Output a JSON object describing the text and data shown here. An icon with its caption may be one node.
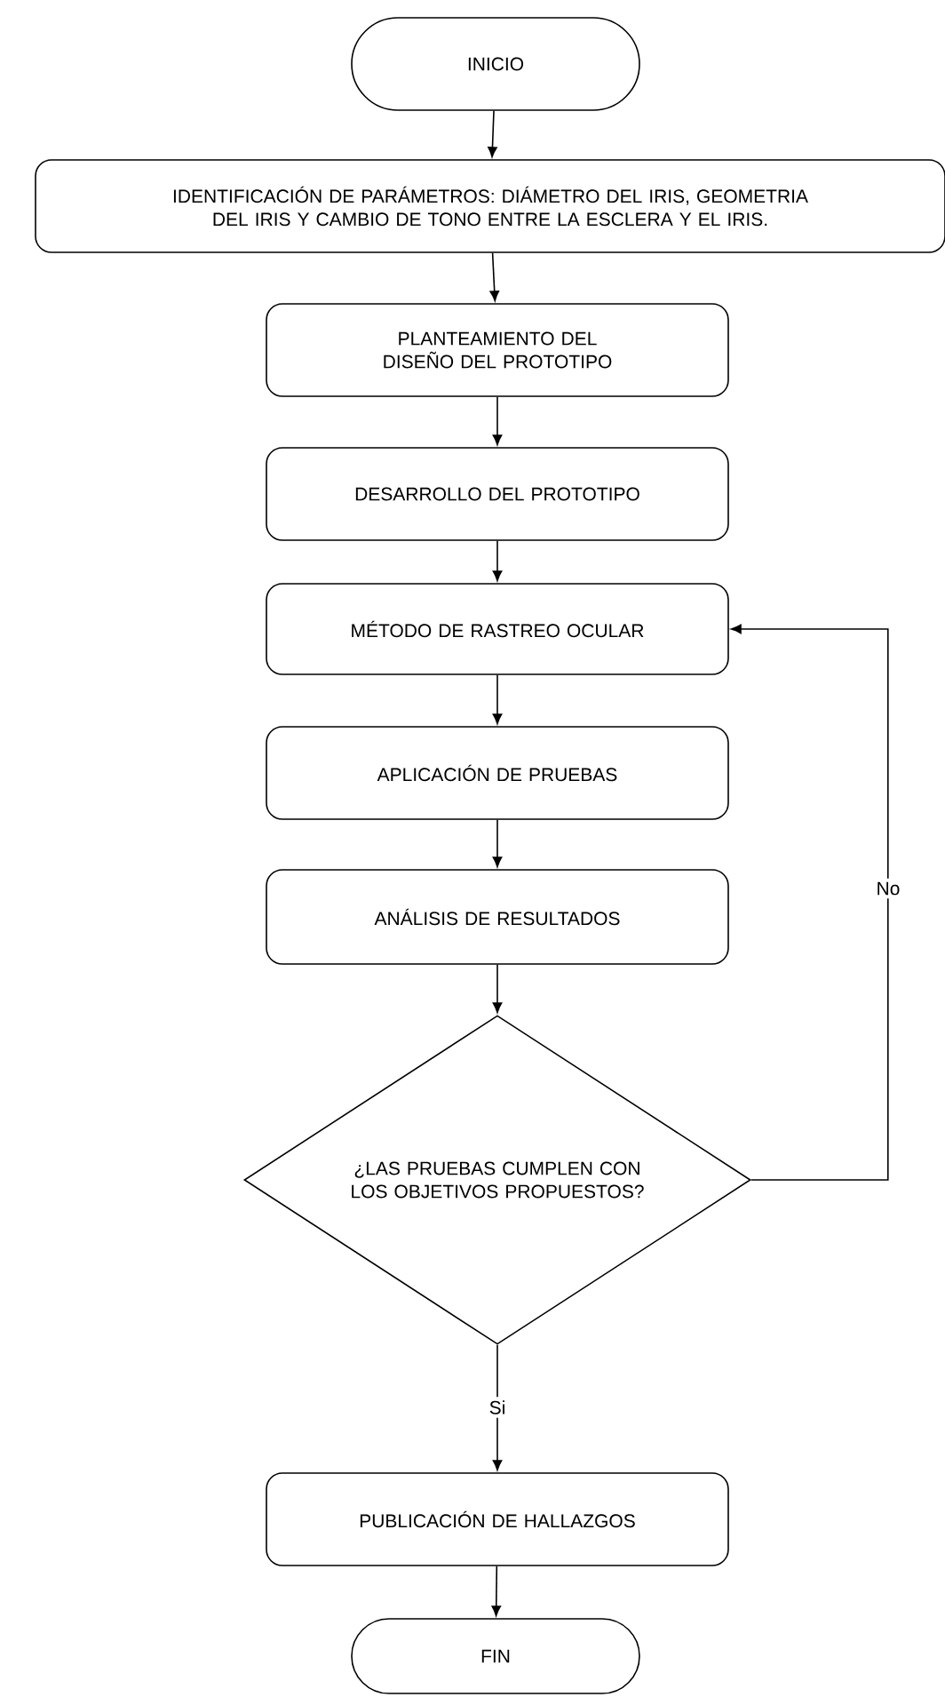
{
  "diagram": {
    "nodes": [
      {
        "text": [
          "INICIO"
        ]
      },
      {
        "text": [
          "IDENTIFICACIÓN DE PARÁMETROS: DIÁMETRO DEL IRIS, GEOMETRIA DEL IRIS Y CAMBIO DE TONO ENTRE LA ESCLERA Y EL IRIS."
        ]
      },
      {
        "text": [
          "PLANTEAMIENTO DEL DISEÑO DEL PROTOTIPO"
        ]
      },
      {
        "text": [
          "DESARROLLO DEL PROTOTIPO"
        ]
      },
      {
        "text": [
          "MÉTODO DE RASTREO OCULAR"
        ]
      },
      {
        "text": [
          "APLICACIÓN DE PRUEBAS"
        ]
      },
      {
        "text": [
          "ANÁLISIS DE RESULTADOS"
        ]
      },
      {
        "text": [
          "¿LAS PRUEBAS CUMPLEN CON LOS OBJETIVOS PROPUESTOS?"
        ]
      },
      {
        "text": [
          "PUBLICACIÓN DE HALLAZGOS"
        ]
      },
      {
        "text": [
          "FIN"
        ]
      }
    ],
    "edges": [
      {
        "from": 0,
        "to": 1,
        "arrow": "to"
      },
      {
        "from": 1,
        "to": 2,
        "arrow": "to"
      },
      {
        "from": 2,
        "to": 3,
        "arrow": "to"
      },
      {
        "from": 3,
        "to": 4,
        "arrow": "to"
      },
      {
        "from": 4,
        "to": 5,
        "arrow": "to"
      },
      {
        "from": 5,
        "to": 6,
        "arrow": "to"
      },
      {
        "from": 6,
        "to": 7,
        "arrow": "to"
      },
      {
        "from": 7,
        "to": 4,
        "arrow": "to",
        "label": "No"
      },
      {
        "from": 7,
        "to": 8,
        "arrow": "to",
        "label": "Si"
      },
      {
        "from": 8,
        "to": 9,
        "arrow": "to"
      }
    ]
  }
}
